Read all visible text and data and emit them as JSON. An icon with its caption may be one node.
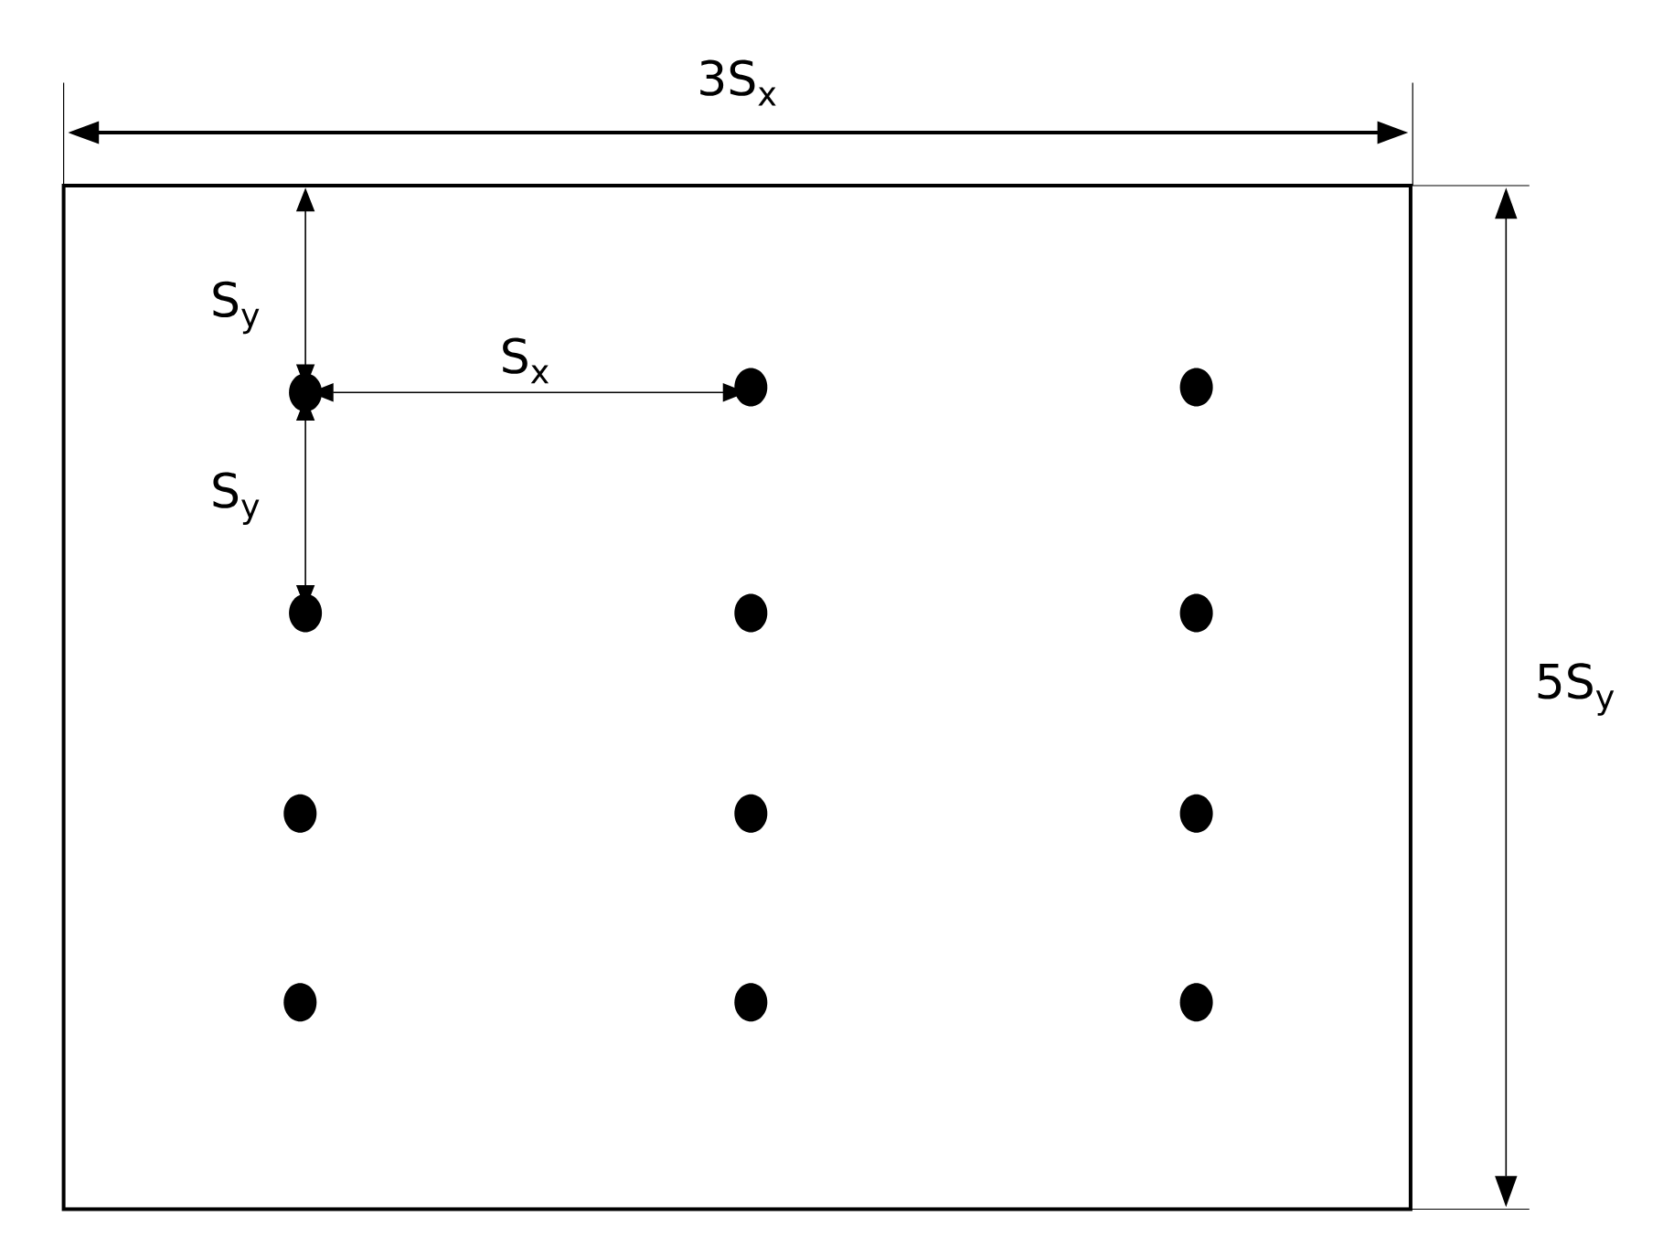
{
  "diagram": {
    "labels": [
      "3S$_{x}$",
      "S$_{y}$",
      "S$_{x}$",
      "S$_{y}$",
      "5S$_{y}$"
    ]
  }
}
